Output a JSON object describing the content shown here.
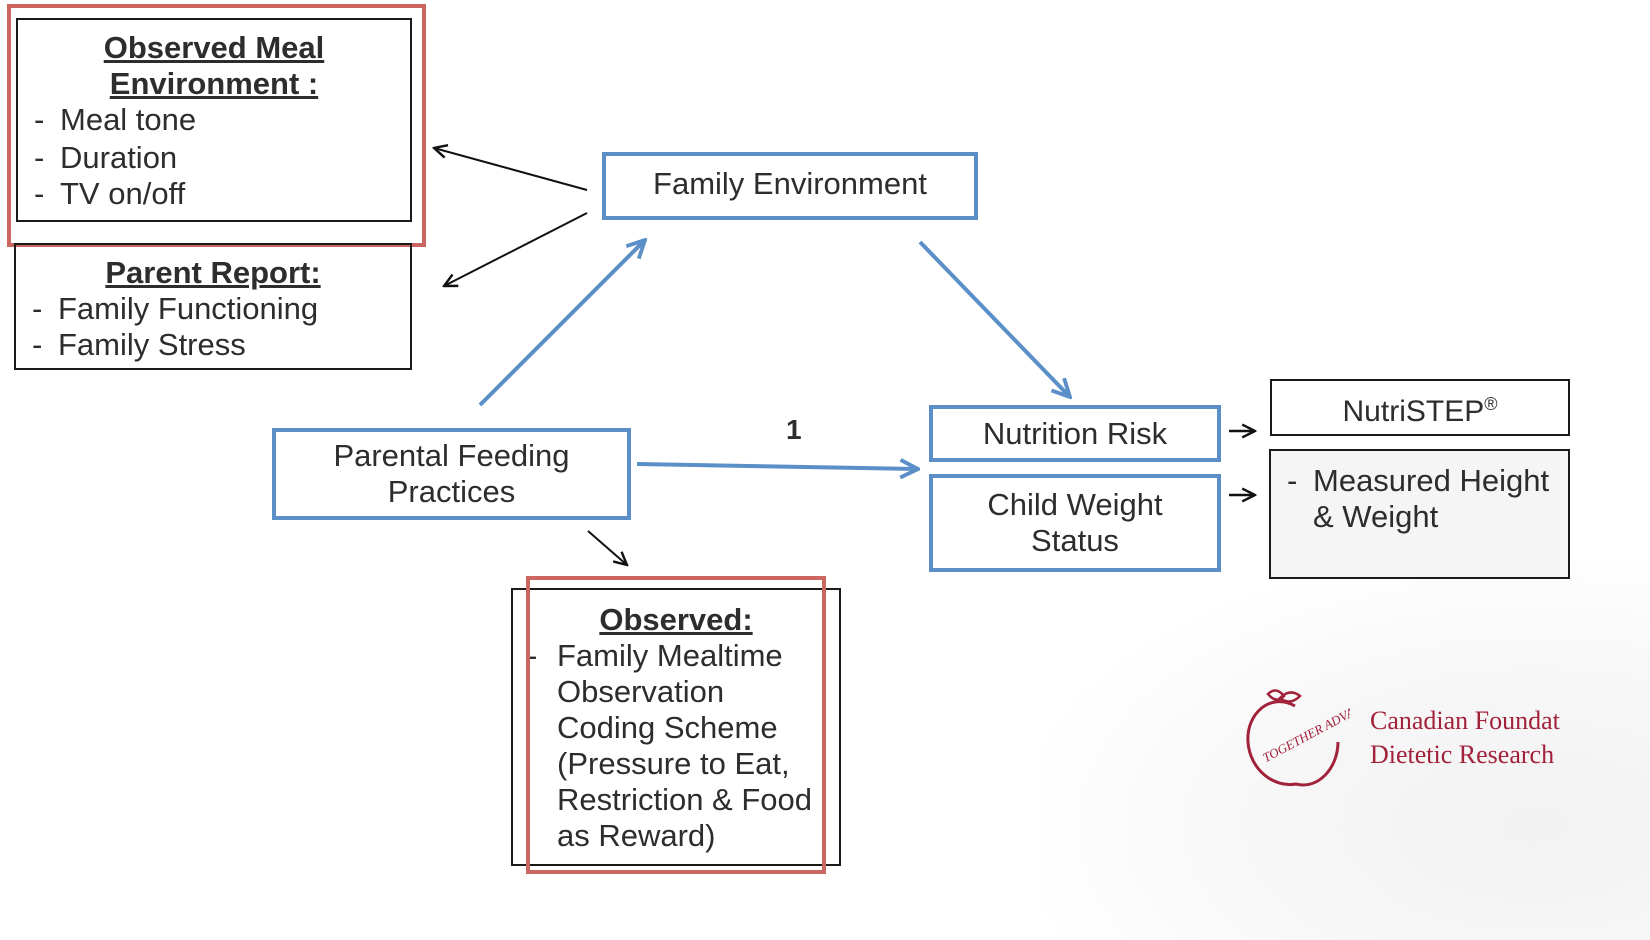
{
  "observed_meal_environment": {
    "heading": "Observed Meal Environment :",
    "items": [
      "Meal tone",
      "Duration",
      "TV on/off"
    ]
  },
  "parent_report": {
    "heading": "Parent Report:",
    "items": [
      "Family Functioning",
      "Family Stress"
    ]
  },
  "family_environment": {
    "label": "Family Environment"
  },
  "parental_feeding_practices": {
    "label": "Parental Feeding Practices"
  },
  "nutrition_risk": {
    "label": "Nutrition Risk"
  },
  "child_weight_status": {
    "label": "Child Weight Status"
  },
  "nutristep": {
    "label": "NutriSTEP",
    "mark": "®"
  },
  "measured": {
    "items": [
      "Measured Height & Weight"
    ]
  },
  "observed": {
    "heading": "Observed:",
    "items": [
      "Family Mealtime Observation Coding Scheme (Pressure to Eat, Restriction & Food as Reward)"
    ]
  },
  "path_label": "1",
  "logo": {
    "emblem_text": "TOGETHER ADVANCING NUTRITION",
    "line1": "Canadian Foundat",
    "line2": "Dietetic Research"
  },
  "colors": {
    "blue_box": "#5b8fc7",
    "highlight_red": "#cd6660",
    "logo": "#a1223a"
  }
}
